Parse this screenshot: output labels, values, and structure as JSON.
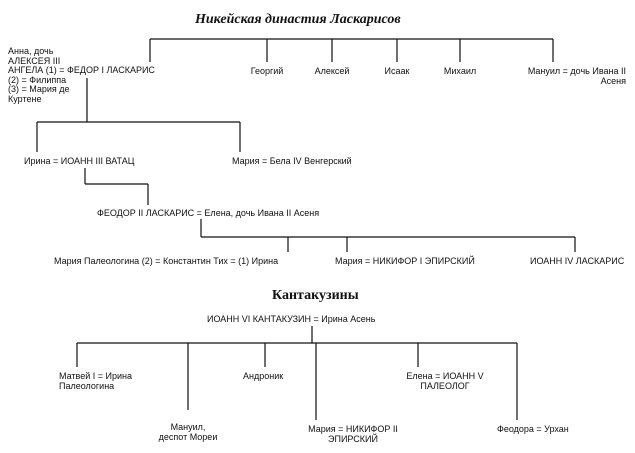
{
  "diagram": {
    "laskaris": {
      "title": "Никейская династия Ласкарисов",
      "anna": "Анна, дочь\nАЛЕКСЕЯ III\nАНГЕЛА (1) = ФЕДОР I ЛАСКАРИС\n(2) = Филиппа\n(3) = Мария де\nКуртене",
      "brothers": [
        "Георгий",
        "Алексей",
        "Исаак",
        "Михаил",
        "Мануил = дочь Ивана II\nАсеня"
      ],
      "irina": "Ирина = ИОАНН III ВАТАЦ",
      "maria_bela": "Мария = Бела IV Венгерский",
      "theodore2": "ФЕОДОР II ЛАСКАРИС = Елена, дочь Ивана II Асеня",
      "maria_tikh": "Мария Палеологина (2) = Константин Тих = (1) Ирина",
      "maria_nikifor": "Мария = НИКИФОР I ЭПИРСКИЙ",
      "john4": "ИОАНН IV ЛАСКАРИС"
    },
    "kantakuzin": {
      "title": "Кантакузины",
      "root": "ИОАНН VI КАНТАКУЗИН = Ирина Асень",
      "matthew": "Матвей I = Ирина\nПалеологина",
      "manuil": "Мануил,\nдеспот Мореи",
      "andronik": "Андроник",
      "maria": "Мария = НИКИФОР II\nЭПИРСКИЙ",
      "elena": "Елена = ИОАНН V\nПАЛЕОЛОГ",
      "theodora": "Феодора = Урхан"
    }
  }
}
